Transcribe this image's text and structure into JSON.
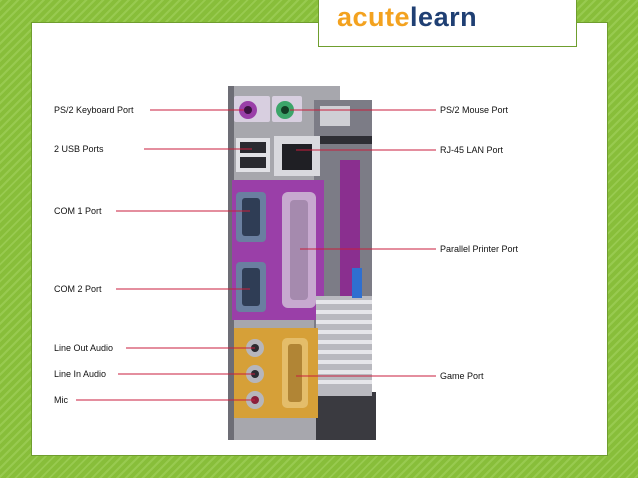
{
  "brand": {
    "logo_part1": "acute",
    "logo_part2": "learn",
    "color1": "#f3a21f",
    "color2": "#1f3f73"
  },
  "colors": {
    "background": "#8cc43c",
    "leader": "#c81e3c",
    "purple": "#9a3fa8",
    "gold": "#d6a038"
  },
  "labels": {
    "left": [
      {
        "id": "ps2-keyboard",
        "text": "PS/2 Keyboard Port"
      },
      {
        "id": "usb",
        "text": "2 USB Ports"
      },
      {
        "id": "com1",
        "text": "COM 1 Port"
      },
      {
        "id": "com2",
        "text": "COM 2 Port"
      },
      {
        "id": "line-out",
        "text": "Line Out Audio"
      },
      {
        "id": "line-in",
        "text": "Line In Audio"
      },
      {
        "id": "mic",
        "text": "Mic"
      }
    ],
    "right": [
      {
        "id": "ps2-mouse",
        "text": "PS/2 Mouse Port"
      },
      {
        "id": "rj45",
        "text": "RJ-45 LAN Port"
      },
      {
        "id": "parallel",
        "text": "Parallel Printer Port"
      },
      {
        "id": "game",
        "text": "Game Port"
      }
    ]
  }
}
